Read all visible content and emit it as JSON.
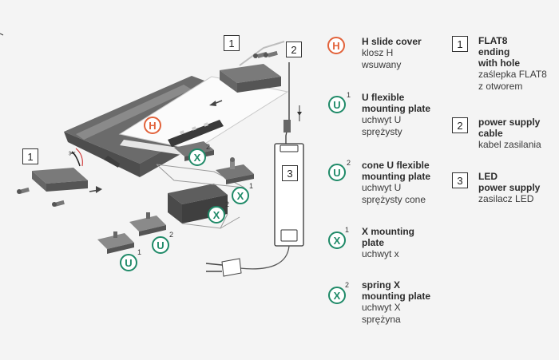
{
  "badges": {
    "h": "H",
    "u": "U",
    "x": "X",
    "one": "1",
    "two": "2",
    "three": "3"
  },
  "legend": {
    "h_slide": {
      "title": "H slide cover",
      "sub": "klosz H\nwsuwany"
    },
    "u_flex": {
      "title": "U flexible\nmounting plate",
      "sub": "uchwyt U\nsprężysty"
    },
    "cone_u": {
      "title": "cone U flexible\nmounting plate",
      "sub": "uchwyt U\nsprężysty cone"
    },
    "x_mount": {
      "title": "X mounting\nplate",
      "sub": "uchwyt x"
    },
    "spring_x": {
      "title": "spring X\nmounting plate",
      "sub": "uchwyt X\nsprężyna"
    },
    "flat8": {
      "title": "FLAT8\nending\nwith hole",
      "sub": "zaślepka FLAT8\nz otworem"
    },
    "cable": {
      "title": "power supply\ncable",
      "sub": "kabel zasilania"
    },
    "led": {
      "title": "LED\npower supply",
      "sub": "zasilacz LED"
    }
  },
  "colors": {
    "green": "#1f8a68",
    "orange": "#e2623a",
    "background": "#f4f4f4",
    "profile": "#5e5e5e"
  }
}
